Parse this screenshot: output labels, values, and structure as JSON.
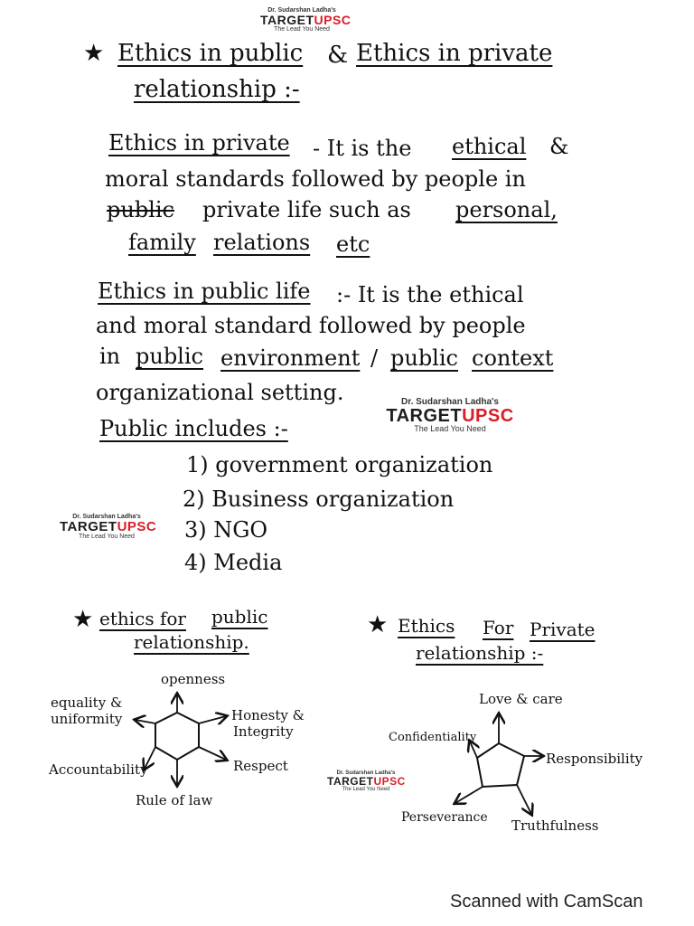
{
  "logos": {
    "header": "Dr. Sudarshan Ladha's",
    "brand_a": "TARGET",
    "brand_b": "UPSC",
    "tagline": "The Lead You Need"
  },
  "title": {
    "line1_a": "Ethics in public",
    "line1_amp": "&",
    "line1_b": "Ethics in private",
    "line2": "relationship :-"
  },
  "private_def": {
    "heading": "Ethics in private",
    "dash": "- It is the",
    "ethical": "ethical",
    "amp": "&",
    "line2": "moral standards followed by people in",
    "struck": "public",
    "line3": "private life such as",
    "personal": "personal,",
    "family": "family",
    "relations": "relations",
    "etc": "etc"
  },
  "public_def": {
    "heading": "Ethics in public life",
    "rest": ":- It is the ethical",
    "line2": "and moral standard followed by people",
    "in": "in",
    "public1": "public",
    "environment": "environment",
    "slash": "/",
    "public2": "public",
    "context": "context",
    "line4": "organizational setting."
  },
  "includes": {
    "heading": "Public includes :-",
    "items": [
      "1) government organization",
      "2) Business organization",
      "3) NGO",
      "4) Media"
    ]
  },
  "public_rel": {
    "heading_a": "ethics for",
    "heading_b": "public",
    "heading_c": "relationship.",
    "nodes": {
      "top": "openness",
      "left_top_1": "equality &",
      "left_top_2": "uniformity",
      "right_top_1": "Honesty &",
      "right_top_2": "Integrity",
      "right": "Respect",
      "left": "Accountability",
      "bottom": "Rule of law"
    }
  },
  "private_rel": {
    "heading_a": "Ethics",
    "heading_b": "For",
    "heading_c": "Private",
    "heading_d": "relationship :-",
    "nodes": {
      "top": "Love & care",
      "left": "Confidentiality",
      "right": "Responsibility",
      "bottom_left": "Perseverance",
      "bottom_right": "Truthfulness"
    }
  },
  "footer": "Scanned with CamScan"
}
